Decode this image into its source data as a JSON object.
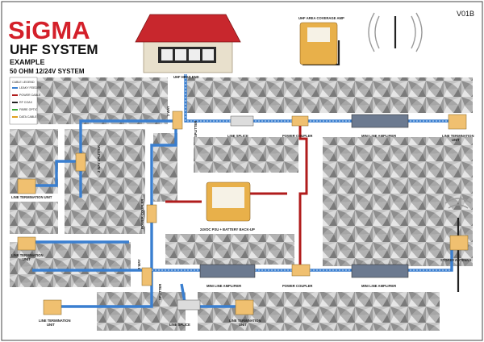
{
  "header": {
    "brand": "SiGMA",
    "title": "UHF SYSTEM",
    "line1": "EXAMPLE",
    "line2": "50 OHM 12/24V SYSTEM",
    "version": "V01B"
  },
  "legend": {
    "heading": "CABLE LEGEND",
    "items": [
      {
        "label": "LEAKY FEEDER",
        "color": "#3a7fd0"
      },
      {
        "label": "POWER CABLE",
        "color": "#b01c1c"
      },
      {
        "label": "RF COAX",
        "color": "#222222"
      },
      {
        "label": "FIBRE OPTIC",
        "color": "#36a836"
      },
      {
        "label": "DATA CABLE",
        "color": "#e0a020"
      }
    ]
  },
  "labels": {
    "head_end": "UHF HEAD END",
    "amp": "UHF AREA COVERAGE AMP",
    "splice_top": "LINE SPLICE",
    "coupler_top": "POWER COUPLER",
    "mla_top": "MINI LINE AMPLIFIER",
    "ltu_top_right": "LINE TERMINATION",
    "ltu_top_right2": "UNIT",
    "splitter_top": "SPLITTER",
    "way3_top": "3 WAY",
    "way3_left": "3 WAY SPLITTER",
    "ltu_left1": "LINE TERMINATION UNIT",
    "ltu_left2": "LINE TERMINATION",
    "ltu_left2b": "UNIT",
    "power_coupler_v": "POWER COUPLER",
    "psu": "24VDC PSU + BATTERY BACK-UP",
    "way3_bottom": "3 WAY",
    "splitter_bottom": "SPLITTER",
    "mla_bottom": "MINI LINE AMPLIFIER",
    "coupler_bottom": "POWER COUPLER",
    "mla_bottom2": "MINI LINE AMPLIFIER",
    "stopes": "STOPES ANTENNA",
    "ltu_bottom_left": "LINE TERMINATION",
    "ltu_bottom_left2": "UNIT",
    "splice_bottom": "LINE SPLICE",
    "ltu_bottom_mid": "LINE TERMINATION",
    "ltu_bottom_mid2": "UNIT"
  },
  "colors": {
    "brand_red": "#d4202a",
    "roof": "#c8272d",
    "leaky": "#3a7fd0",
    "power": "#b01c1c",
    "rock": "#b8b8b8",
    "device_orange": "#e8b04a"
  }
}
